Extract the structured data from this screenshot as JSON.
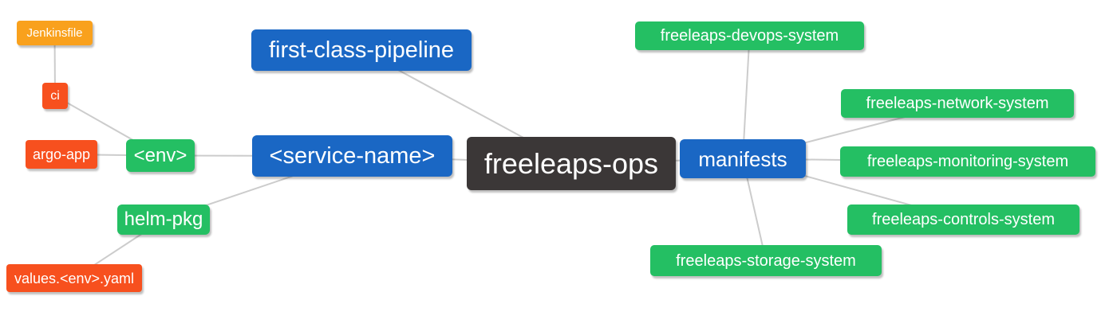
{
  "diagram": {
    "title": "freeleaps-ops mind map",
    "colors": {
      "root": "#3B3737",
      "branch_blue": "#1A67C4",
      "leaf_green": "#24BF63",
      "leaf_red": "#F7501E",
      "leaf_orange": "#F9A11D",
      "edge": "#CCCCCC",
      "text": "#FFFFFF",
      "background": "#FFFFFF"
    },
    "nodes": {
      "jenkinsfile": {
        "label": "Jenkinsfile",
        "color": "#F9A11D",
        "role": "leaf"
      },
      "ci": {
        "label": "ci",
        "color": "#F7501E",
        "role": "leaf"
      },
      "argo_app": {
        "label": "argo-app",
        "color": "#F7501E",
        "role": "leaf"
      },
      "env": {
        "label": "<env>",
        "color": "#24BF63",
        "role": "sub-branch"
      },
      "helm_pkg": {
        "label": "helm-pkg",
        "color": "#24BF63",
        "role": "sub-branch"
      },
      "values_env_yaml": {
        "label": "values.<env>.yaml",
        "color": "#F7501E",
        "role": "leaf"
      },
      "first_class_pipeline": {
        "label": "first-class-pipeline",
        "color": "#1A67C4",
        "role": "branch"
      },
      "service_name": {
        "label": "<service-name>",
        "color": "#1A67C4",
        "role": "branch"
      },
      "freeleaps_ops": {
        "label": "freeleaps-ops",
        "color": "#3B3737",
        "role": "root"
      },
      "manifests": {
        "label": "manifests",
        "color": "#1A67C4",
        "role": "branch"
      },
      "devops_system": {
        "label": "freeleaps-devops-system",
        "color": "#24BF63",
        "role": "leaf"
      },
      "network_system": {
        "label": "freeleaps-network-system",
        "color": "#24BF63",
        "role": "leaf"
      },
      "monitoring_system": {
        "label": "freeleaps-monitoring-system",
        "color": "#24BF63",
        "role": "leaf"
      },
      "controls_system": {
        "label": "freeleaps-controls-system",
        "color": "#24BF63",
        "role": "leaf"
      },
      "storage_system": {
        "label": "freeleaps-storage-system",
        "color": "#24BF63",
        "role": "leaf"
      }
    },
    "edges": [
      [
        "jenkinsfile",
        "ci"
      ],
      [
        "ci",
        "env"
      ],
      [
        "argo_app",
        "env"
      ],
      [
        "env",
        "service_name"
      ],
      [
        "helm_pkg",
        "service_name"
      ],
      [
        "values_env_yaml",
        "helm_pkg"
      ],
      [
        "first_class_pipeline",
        "freeleaps_ops"
      ],
      [
        "service_name",
        "freeleaps_ops"
      ],
      [
        "freeleaps_ops",
        "manifests"
      ],
      [
        "manifests",
        "devops_system"
      ],
      [
        "manifests",
        "network_system"
      ],
      [
        "manifests",
        "monitoring_system"
      ],
      [
        "manifests",
        "controls_system"
      ],
      [
        "manifests",
        "storage_system"
      ]
    ]
  }
}
